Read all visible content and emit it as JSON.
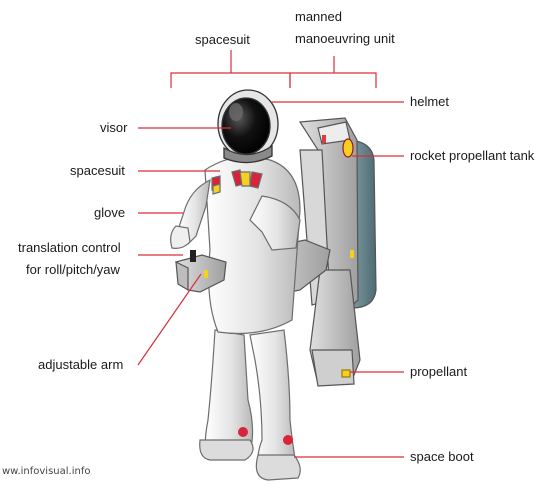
{
  "labels": {
    "top_spacesuit": "spacesuit",
    "top_mmu_line1": "manned",
    "top_mmu_line2": "manoeuvring unit",
    "visor": "visor",
    "spacesuit": "spacesuit",
    "glove": "glove",
    "translation_line1": "translation control",
    "translation_line2": "for roll/pitch/yaw",
    "adjustable_arm": "adjustable arm",
    "helmet": "helmet",
    "rocket_tank": "rocket propellant tank",
    "propellant": "propellant",
    "space_boot": "space boot"
  },
  "watermark": "ww.infovisual.info",
  "colors": {
    "leader_line": "#d9303a",
    "suit": "#ececec",
    "suit_shadow": "#bdbdbd",
    "mmu": "#c9c9c9",
    "tank": "#6f8c94",
    "accent_red": "#d9233a",
    "accent_yellow": "#f5d020"
  }
}
